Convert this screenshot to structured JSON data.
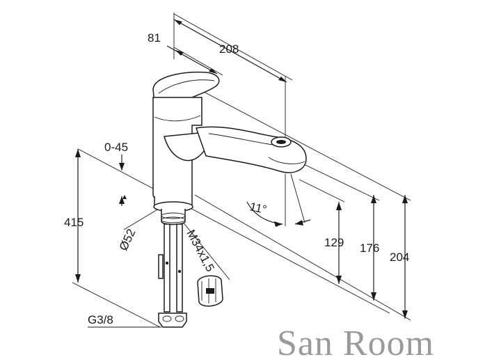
{
  "drawing": {
    "dimensions": {
      "top_offset": "81",
      "top_reach": "208",
      "swivel_range": "0-45",
      "total_height_left": "415",
      "base_diameter": "Ø52",
      "thread": "M34x1,5",
      "tilt_angle": "11°",
      "spout_height_129": "129",
      "spout_height_176": "176",
      "spout_height_204": "204",
      "connection": "G3/8"
    },
    "watermark": "San Room",
    "colors": {
      "line": "#1a1a1a",
      "watermark": "#9a9a9a",
      "background": "#ffffff"
    }
  }
}
